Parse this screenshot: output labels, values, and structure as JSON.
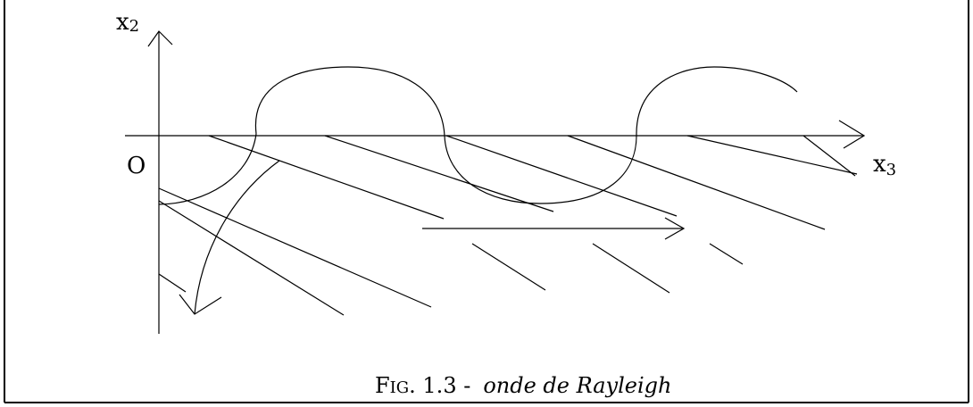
{
  "axis_labels": {
    "vertical": "x",
    "vertical_sub": "2",
    "horizontal": "x",
    "horizontal_sub": "3",
    "origin": "O"
  },
  "caption": {
    "fig_first_letter": "F",
    "fig_small_caps": "IG",
    "number": ". 1.3 -",
    "text": "onde de Rayleigh"
  }
}
